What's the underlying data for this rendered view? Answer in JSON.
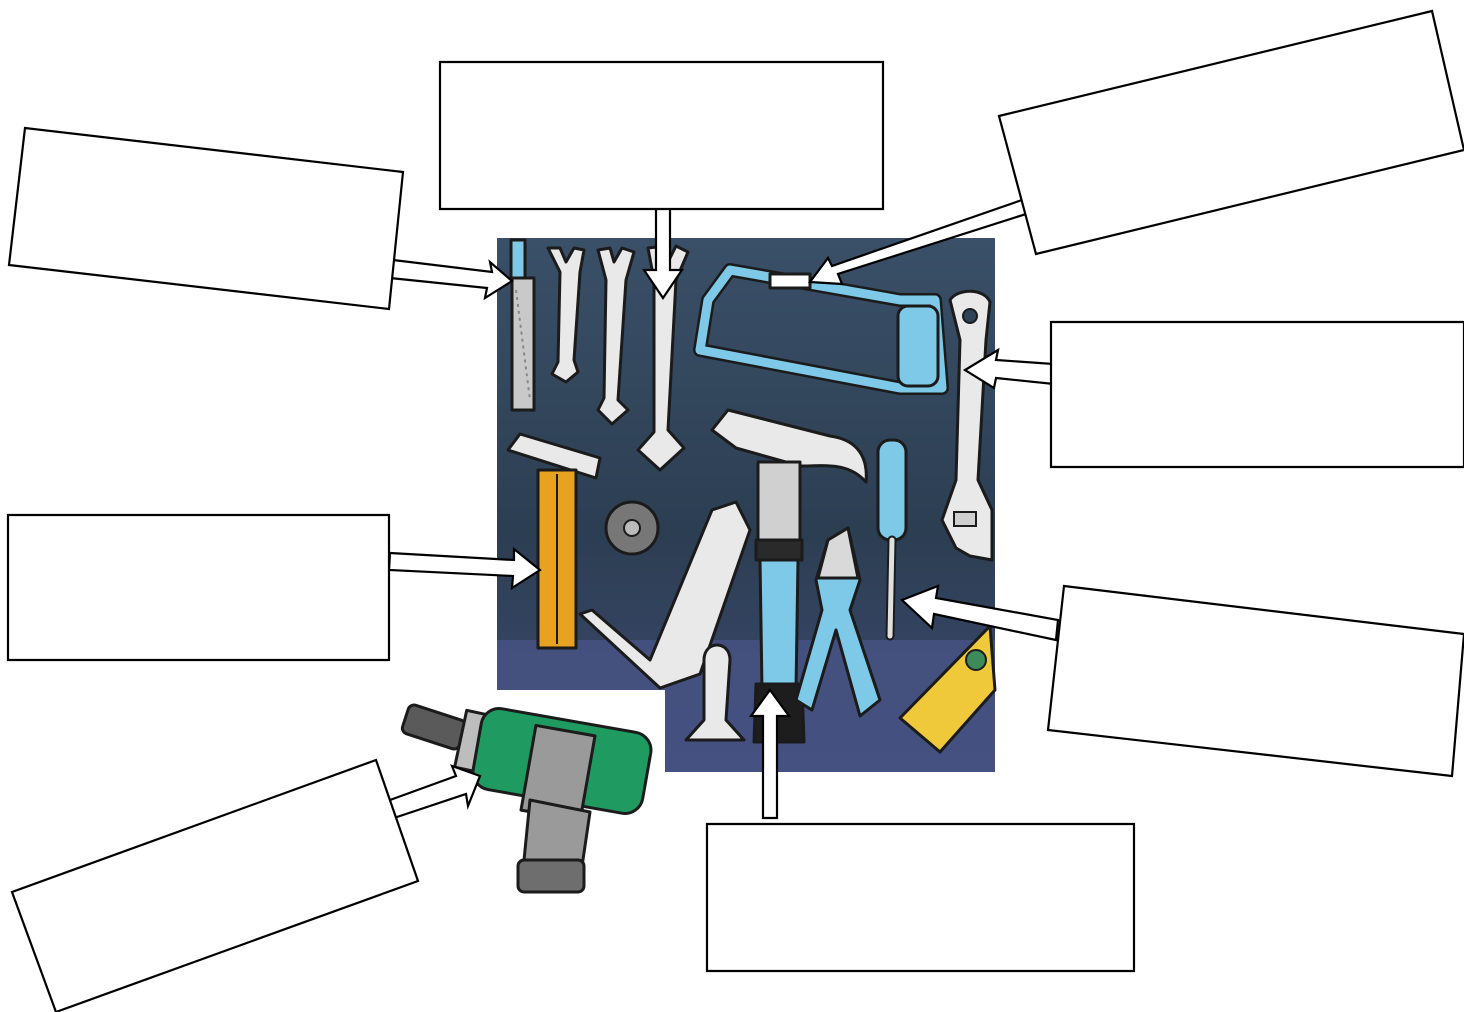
{
  "worksheet": {
    "label_boxes": [
      {
        "id": "file",
        "text": ""
      },
      {
        "id": "spanner",
        "text": ""
      },
      {
        "id": "hacksaw",
        "text": ""
      },
      {
        "id": "adjustable-spanner",
        "text": ""
      },
      {
        "id": "hammer",
        "text": ""
      },
      {
        "id": "screwdriver",
        "text": ""
      },
      {
        "id": "drill",
        "text": ""
      },
      {
        "id": "claw-hammer",
        "text": ""
      }
    ]
  },
  "colors": {
    "board_dark": "#2f4256",
    "board_light": "#4b6078",
    "board_bottom": "#4a5684",
    "tool_blue": "#7ec8e8",
    "tool_silver": "#e9e9e9",
    "tool_orange": "#e8a222",
    "level_yellow": "#f0c93a",
    "drill_green": "#1f9b62",
    "drill_grey": "#9a9a9a"
  },
  "icons": [
    "file-icon",
    "spanner-icon",
    "hacksaw-icon",
    "adjustable-spanner-icon",
    "hammer-icon",
    "try-square-icon",
    "claw-hammer-icon",
    "screwdriver-icon",
    "pliers-icon",
    "spirit-level-icon",
    "drill-icon"
  ]
}
